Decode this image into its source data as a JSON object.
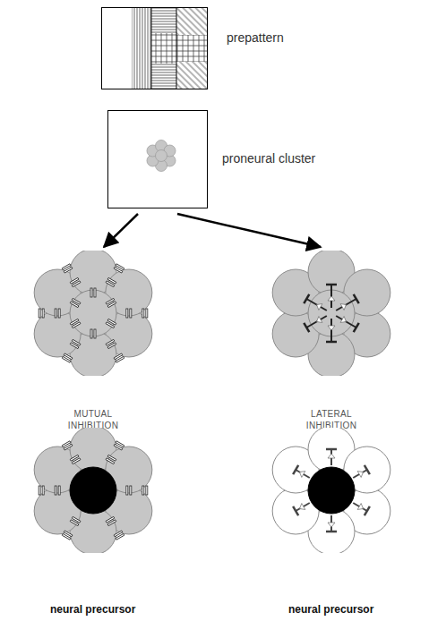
{
  "diagram": {
    "nodes": [
      {
        "text": [
          "prepattern"
        ]
      },
      {
        "text": [
          "proneural cluster"
        ]
      },
      {
        "text": [
          "MUTUAL INHIBITION"
        ]
      },
      {
        "text": [
          "LATERAL INHIBITION"
        ]
      },
      {
        "text": [
          "neural precursor"
        ]
      },
      {
        "text": [
          "neural precursor"
        ]
      }
    ],
    "edges": [
      {
        "from": 1,
        "to": 2,
        "arrow": "to"
      },
      {
        "from": 1,
        "to": 3,
        "arrow": "to"
      }
    ]
  }
}
